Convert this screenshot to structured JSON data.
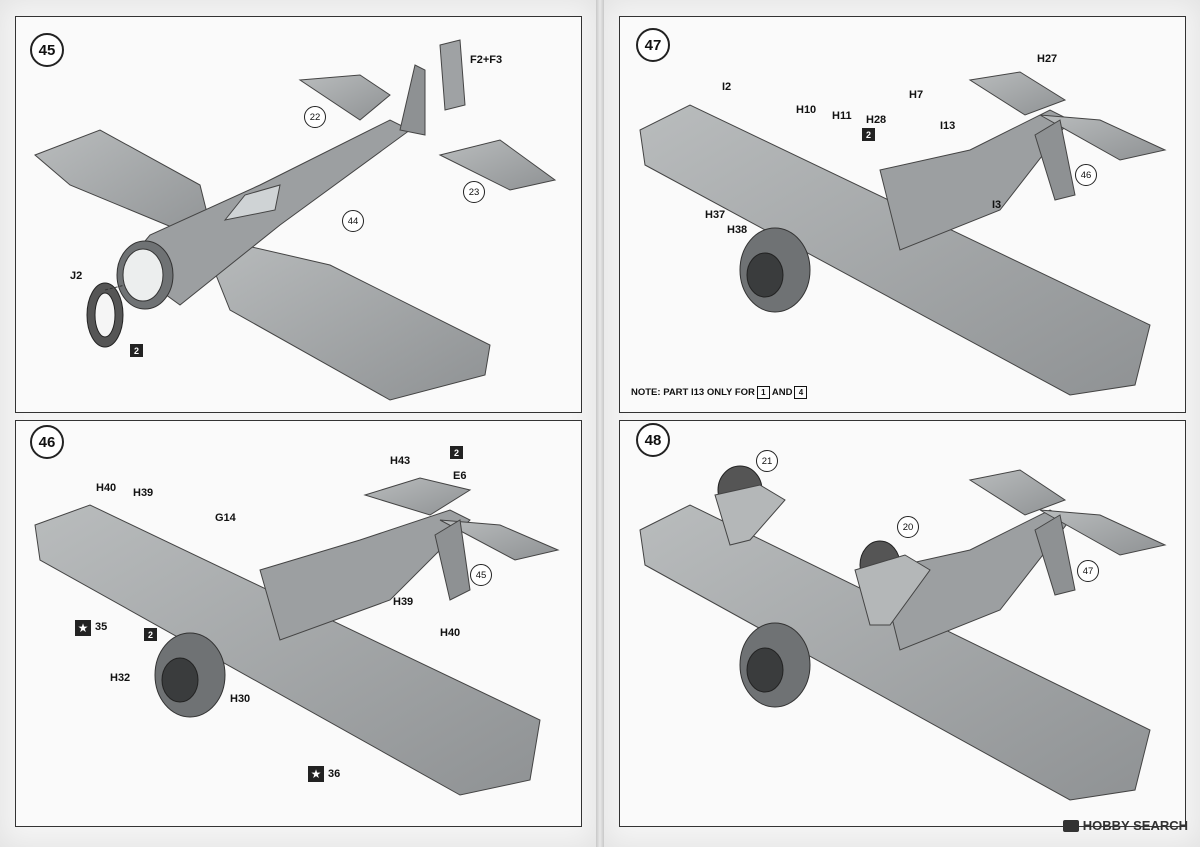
{
  "steps": [
    {
      "number": "45",
      "labels": {
        "f2f3": "F2+F3",
        "j2": "J2"
      },
      "circles": [
        "22",
        "23",
        "44"
      ],
      "squares": [
        "2"
      ]
    },
    {
      "number": "46",
      "labels": {
        "h43": "H43",
        "e6": "E6",
        "h40a": "H40",
        "h39a": "H39",
        "g14": "G14",
        "h39b": "H39",
        "h40b": "H40",
        "h32": "H32",
        "h30": "H30"
      },
      "circles": [
        "45"
      ],
      "squares": [
        "2",
        "2"
      ],
      "stars": [
        "35",
        "36"
      ]
    },
    {
      "number": "47",
      "labels": {
        "h27": "H27",
        "i2": "I2",
        "h10": "H10",
        "h11": "H11",
        "h28": "H28",
        "h7": "H7",
        "i13": "I13",
        "h37": "H37",
        "h38": "H38",
        "i3": "I3"
      },
      "circles": [
        "46"
      ],
      "squares": [
        "2"
      ],
      "note": {
        "text": "NOTE: PART I13 ONLY FOR",
        "box1": "1",
        "and": "AND",
        "box2": "4"
      }
    },
    {
      "number": "48",
      "circles": [
        "21",
        "20",
        "47"
      ]
    }
  ],
  "watermark": "HOBBY SEARCH",
  "colors": {
    "aircraft": "#a9acad",
    "aircraft_dark": "#7b7e80",
    "line": "#333333"
  }
}
